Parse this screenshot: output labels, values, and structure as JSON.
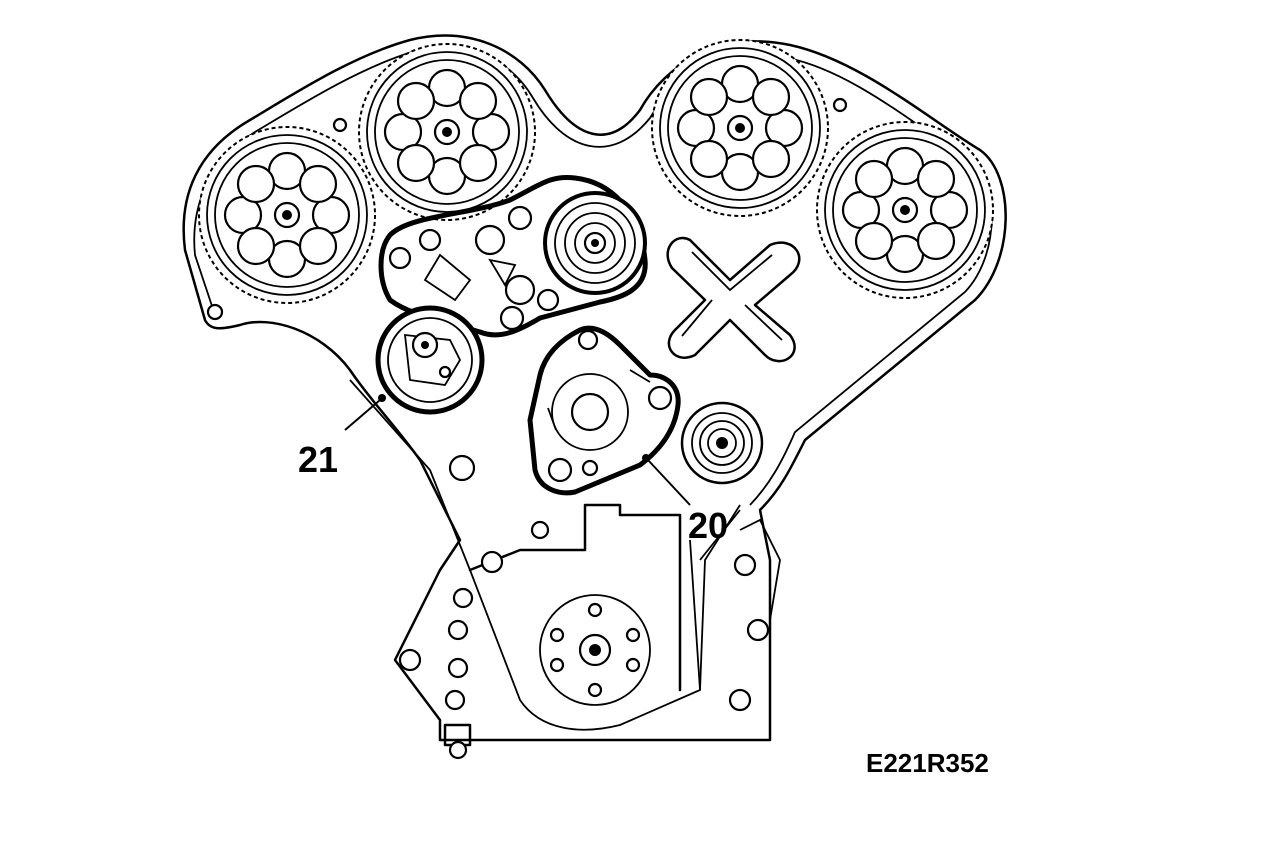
{
  "figure_code": "E221R352",
  "callouts": {
    "belt_label": "21",
    "tensioner_label": "20"
  }
}
